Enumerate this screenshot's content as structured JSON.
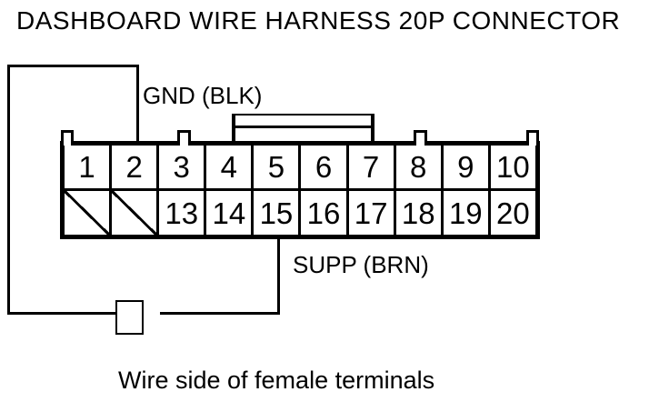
{
  "title": "DASHBOARD WIRE HARNESS 20P CONNECTOR",
  "caption": "Wire side of female terminals",
  "labels": {
    "gnd": "GND (BLK)",
    "supp": "SUPP (BRN)"
  },
  "connector": {
    "pin_count_label": "20P",
    "top_row": [
      "1",
      "2",
      "3",
      "4",
      "5",
      "6",
      "7",
      "8",
      "9",
      "10"
    ],
    "bottom_row": [
      "",
      "",
      "13",
      "14",
      "15",
      "16",
      "17",
      "18",
      "19",
      "20"
    ],
    "blank_cells": [
      "row2-pos1",
      "row2-pos2"
    ]
  },
  "wiring": {
    "gnd_connects_to_pin": "2",
    "supp_connects_to_pin": "15"
  },
  "colors": {
    "line": "#000000",
    "background": "#ffffff",
    "text": "#000000"
  }
}
